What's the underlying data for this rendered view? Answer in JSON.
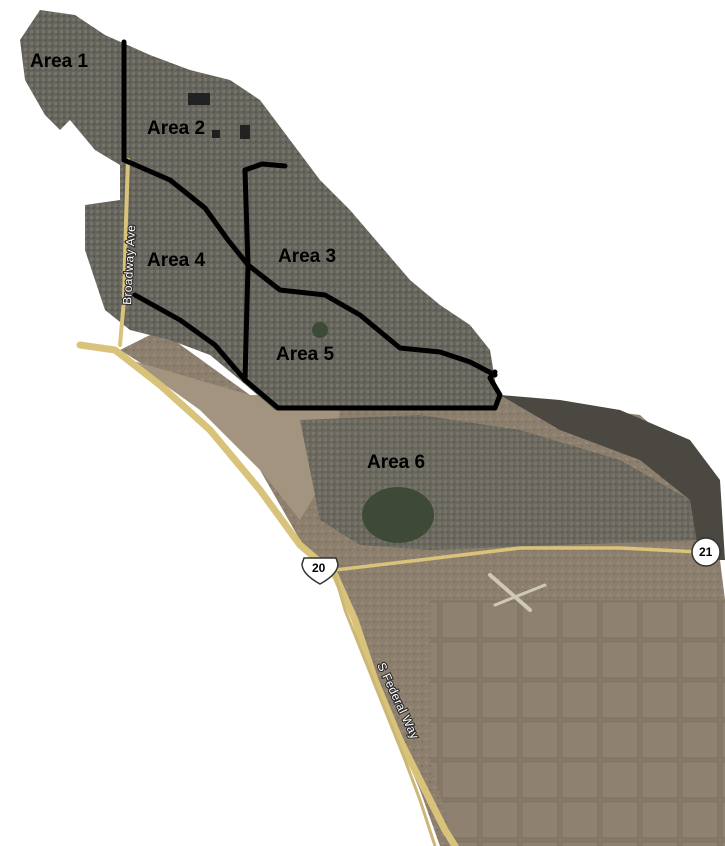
{
  "map": {
    "areas": [
      {
        "id": "area-1",
        "label": "Area 1"
      },
      {
        "id": "area-2",
        "label": "Area 2"
      },
      {
        "id": "area-3",
        "label": "Area 3"
      },
      {
        "id": "area-4",
        "label": "Area 4"
      },
      {
        "id": "area-5",
        "label": "Area 5"
      },
      {
        "id": "area-6",
        "label": "Area 6"
      }
    ],
    "roads": {
      "broadway": "Broadway Ave",
      "federal": "S Federal Way"
    },
    "highways": {
      "us20": "20",
      "route21": "21"
    },
    "colors": {
      "boundary": "#000000",
      "road": "#d9c27a",
      "urban": "#6b6b63",
      "terrain": "#8a7d6c",
      "background": "#ffffff"
    }
  }
}
